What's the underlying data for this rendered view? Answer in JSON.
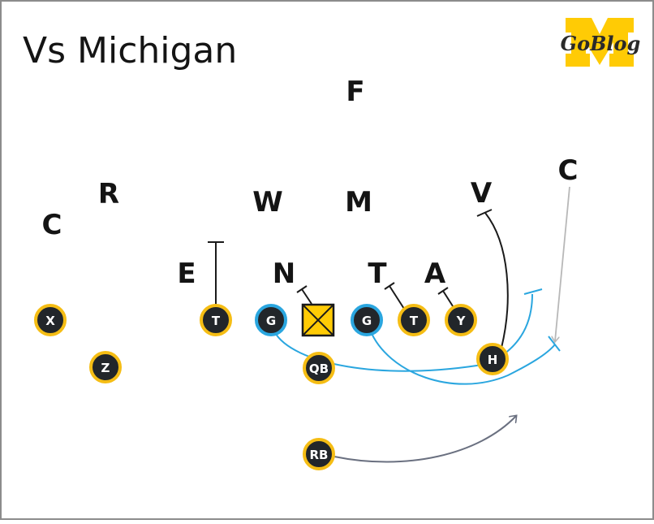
{
  "title": "Vs Michigan",
  "logo": {
    "text": "GoBlog",
    "colors": {
      "maize": "#ffcb05",
      "ink": "#2a2a2a"
    }
  },
  "colors": {
    "player_fill": "#22262a",
    "player_ring": "#f5bd14",
    "guard_ring": "#2aa6df",
    "center_fill": "#ffcb05",
    "route_blue": "#2aa6df",
    "route_grey": "#b8b8b8",
    "route_slate": "#6a7080",
    "block_black": "#1a1a1a"
  },
  "defense": {
    "F": "F",
    "C_left": "C",
    "R": "R",
    "W": "W",
    "M": "M",
    "V": "V",
    "C_right": "C",
    "E": "E",
    "N": "N",
    "T": "T",
    "A": "A"
  },
  "offense": {
    "X": "X",
    "Z": "Z",
    "T_left": "T",
    "G_left": "G",
    "G_right": "G",
    "T_right": "T",
    "Y": "Y",
    "H": "H",
    "QB": "QB",
    "RB": "RB"
  }
}
